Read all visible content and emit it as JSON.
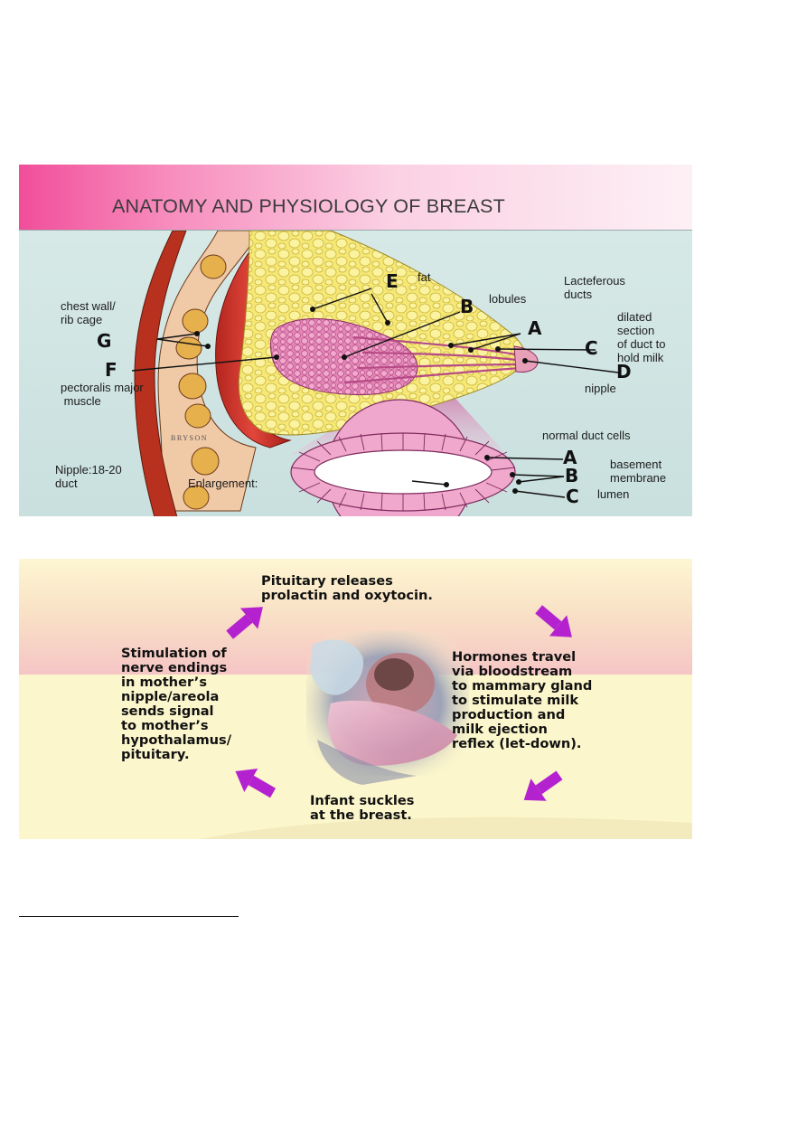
{
  "slide1": {
    "title": "ANATOMY AND PHYSIOLOGY OF BREAST",
    "labels": {
      "fat": "fat",
      "lobules": "lobules",
      "lacteferous": "Lacteferous\nducts",
      "chest_wall": "chest wall/\nrib cage",
      "dilated": "dilated\nsection\nof duct to\nhold milk",
      "pectoralis": "pectoralis major\n muscle",
      "nipple": "nipple",
      "normal_cells": "normal duct cells",
      "basement": "basement\nmembrane",
      "lumen": "lumen",
      "nipple_ducts": "Nipple:18-20\nduct",
      "enlargement": "Enlargement:",
      "watermark": "BRYSON"
    },
    "letters": {
      "E": "E",
      "B": "B",
      "A": "A",
      "C": "C",
      "D": "D",
      "G": "G",
      "F": "F",
      "A2": "A",
      "B2": "B",
      "C2": "C"
    }
  },
  "slide2": {
    "top": "Pituitary releases\nprolactin and oxytocin.",
    "left": "Stimulation of\nnerve endings\nin mother’s\nnipple/areola\nsends signal\nto mother’s\nhypothalamus/\npituitary.",
    "right": "Hormones travel\nvia bloodstream\nto mammary gland\nto stimulate milk\nproduction and\nmilk ejection\nreflex (let-down).",
    "bottom": "Infant suckles\nat the breast.",
    "arrow_color": "#b422d0"
  }
}
